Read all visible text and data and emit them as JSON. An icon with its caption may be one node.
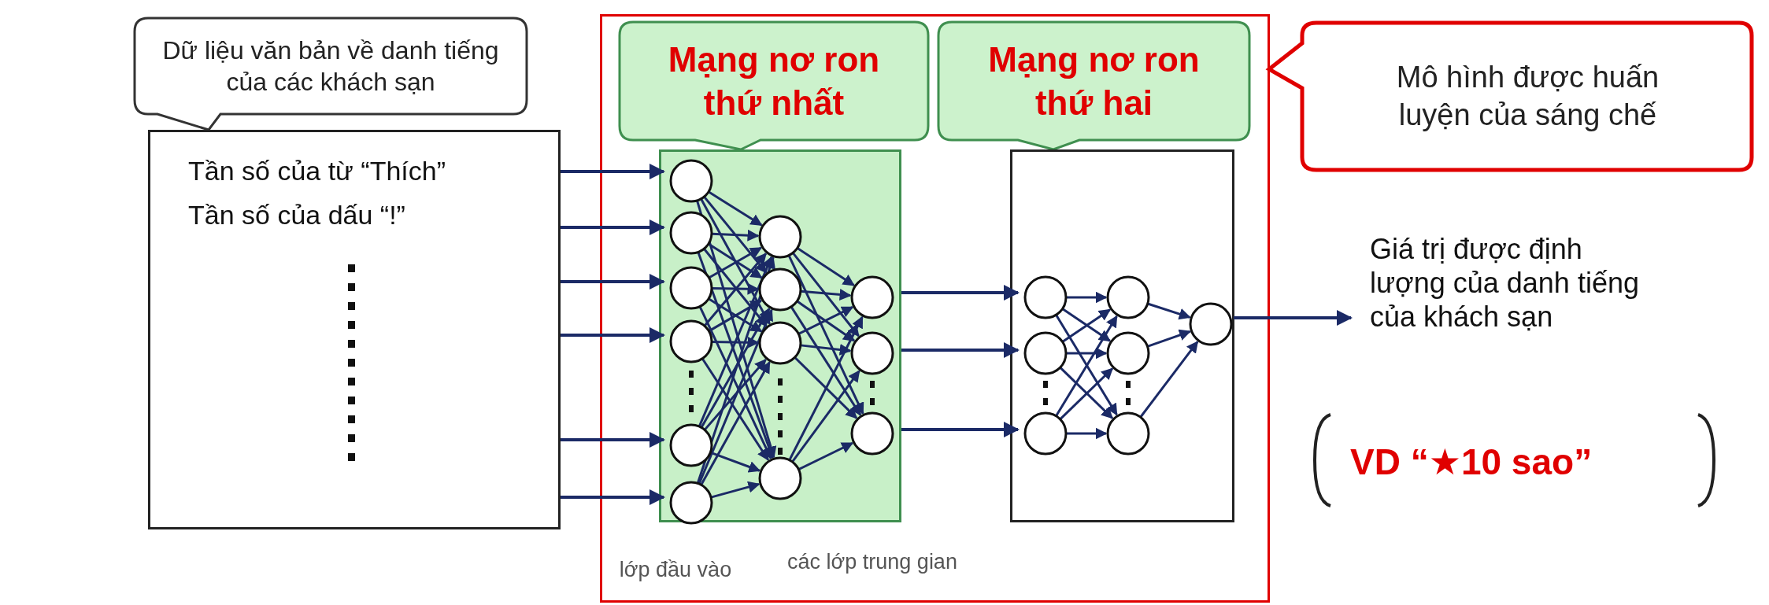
{
  "diagram": {
    "nodes": [
      {
        "text": [],
        "shape": "box"
      },
      {
        "text": [
          "Dữ liệu văn bản về danh tiếng của các khách sạn"
        ]
      },
      {
        "text": [
          "Tần số của từ “Thích”",
          "Tần số của dấu “!”"
        ]
      },
      {
        "text": [
          "Mạng nơ ron thứ nhất"
        ],
        "in": 0
      },
      {
        "text": [],
        "shape": "box",
        "in": 0,
        "beside": [
          "lớp đầu vào",
          "các lớp trung gian"
        ]
      },
      {
        "text": [
          "Mạng nơ ron thứ hai"
        ],
        "in": 0
      },
      {
        "text": [],
        "shape": "box",
        "in": 0
      },
      {
        "text": [
          "Mô hình được huấn luyện của sáng chế"
        ]
      },
      {
        "text": [
          "Giá trị được định lượng của danh tiếng của khách sạn"
        ]
      }
    ],
    "edges": [
      {
        "from": 2,
        "to": 4,
        "arrow": "to"
      },
      {
        "from": 2,
        "to": 4,
        "arrow": "to"
      },
      {
        "from": 2,
        "to": 4,
        "arrow": "to"
      },
      {
        "from": 2,
        "to": 4,
        "arrow": "to"
      },
      {
        "from": 2,
        "to": 4,
        "arrow": "to"
      },
      {
        "from": 2,
        "to": 4,
        "arrow": "to"
      },
      {
        "from": 4,
        "to": 6,
        "arrow": "to"
      },
      {
        "from": 4,
        "to": 6,
        "arrow": "to"
      },
      {
        "from": 4,
        "to": 6,
        "arrow": "to"
      },
      {
        "from": 6,
        "to": 8,
        "arrow": "to"
      }
    ],
    "labels": [
      "VD “★10 sao”"
    ]
  }
}
